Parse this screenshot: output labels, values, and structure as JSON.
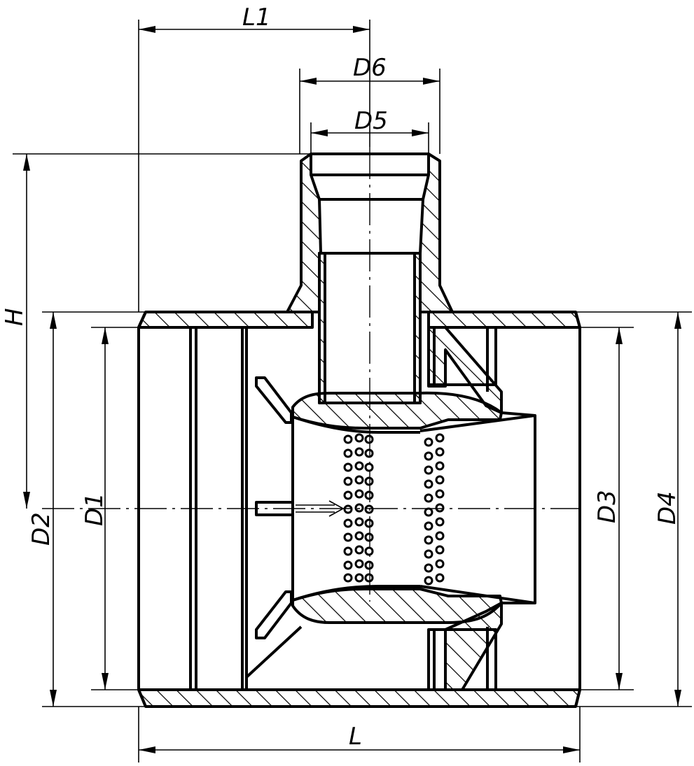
{
  "labels": {
    "L1": "L1",
    "D6": "D6",
    "D5": "D5",
    "H": "H",
    "D2": "D2",
    "D1": "D1",
    "D3": "D3",
    "D4": "D4",
    "L": "L"
  },
  "colors": {
    "line": "#000000",
    "background": "#ffffff"
  }
}
